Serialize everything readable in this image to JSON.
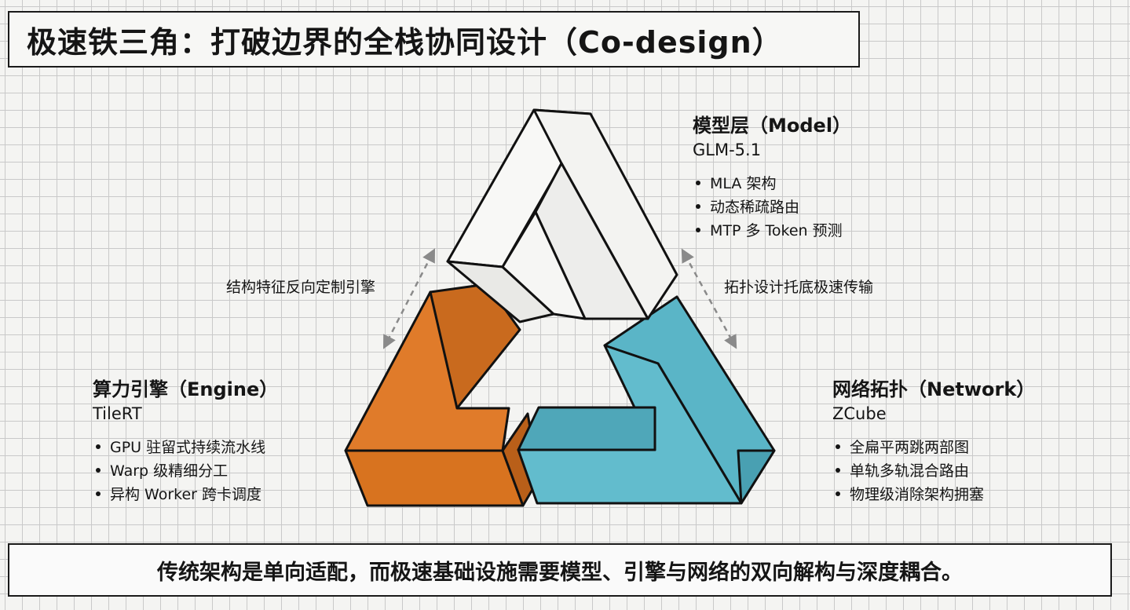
{
  "title": "极速铁三角：打破边界的全栈协同设计（Co-design）",
  "model": {
    "heading": "模型层（Model）",
    "sub": "GLM-5.1",
    "items": [
      "MLA 架构",
      "动态稀疏路由",
      "MTP 多 Token 预测"
    ]
  },
  "engine": {
    "heading": "算力引擎（Engine）",
    "sub": "TileRT",
    "items": [
      "GPU 驻留式持续流水线",
      "Warp 级精细分工",
      "异构 Worker 跨卡调度"
    ]
  },
  "network": {
    "heading": "网络拓扑（Network）",
    "sub": "ZCube",
    "items": [
      "全扁平两跳两部图",
      "单轨多轨混合路由",
      "物理级消除架构拥塞"
    ]
  },
  "arrows": {
    "left": "结构特征反向定制引擎",
    "right": "拓扑设计托底极速传输"
  },
  "footer": "传统架构是单向适配，而极速基础设施需要模型、引擎与网络的双向解构与深度耦合。",
  "colors": {
    "engine": "#e07b2a",
    "network": "#5ab5c7",
    "model": "#f8f8f6"
  }
}
